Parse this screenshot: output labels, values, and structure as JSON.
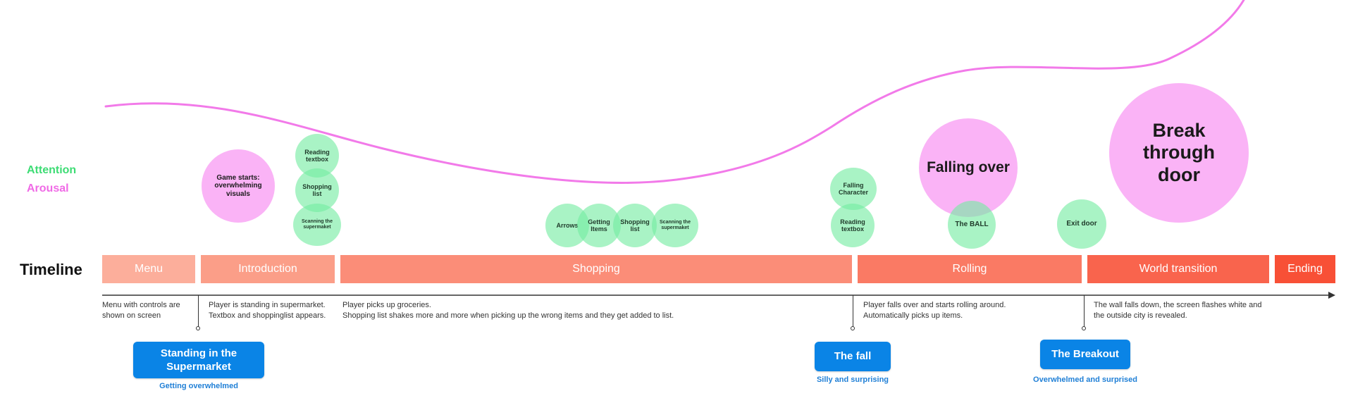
{
  "legend": {
    "attention": "Attention",
    "arousal": "Arousal"
  },
  "timeline_label": "Timeline",
  "phases": [
    {
      "label": "Menu",
      "color": "#fcae9b"
    },
    {
      "label": "Introduction",
      "color": "#fb9e88"
    },
    {
      "label": "Shopping",
      "color": "#fb8d78"
    },
    {
      "label": "Rolling",
      "color": "#fa7a64"
    },
    {
      "label": "World transition",
      "color": "#f9644d"
    },
    {
      "label": "Ending",
      "color": "#f85036"
    }
  ],
  "descriptions": [
    "Menu with controls are\nshown on screen",
    "Player is standing in supermarket.\nTextbox and shoppinglist appears.",
    "Player picks up groceries.\nShopping list shakes more and more when picking up the wrong items and they get added to list.",
    "Player falls over and starts rolling around.\nAutomatically picks up items.",
    "The wall falls down, the screen flashes white and\nthe outside city is revealed."
  ],
  "attention_items": [
    "Reading textbox",
    "Shopping list",
    "Scanning the supermaket",
    "Arrows",
    "Getting Items",
    "Shopping list",
    "Scanning the supermaket",
    "Falling Character",
    "Reading textbox",
    "The BALL",
    "Exit door"
  ],
  "arousal_items": [
    "Game starts: overwhelming visuals",
    "Falling over",
    "Break through door"
  ],
  "milestones": [
    {
      "title": "Standing in the Supermarket",
      "subtitle": "Getting overwhelmed"
    },
    {
      "title": "The fall",
      "subtitle": "Silly and surprising"
    },
    {
      "title": "The Breakout",
      "subtitle": "Overwhelmed and surprised"
    }
  ],
  "colors": {
    "attention": "#3ddc74",
    "arousal": "#f06ae6",
    "arousal_curve": "#f27ae9",
    "milestone": "#0a84e6",
    "milestone_subtitle": "#1f7fd6"
  }
}
